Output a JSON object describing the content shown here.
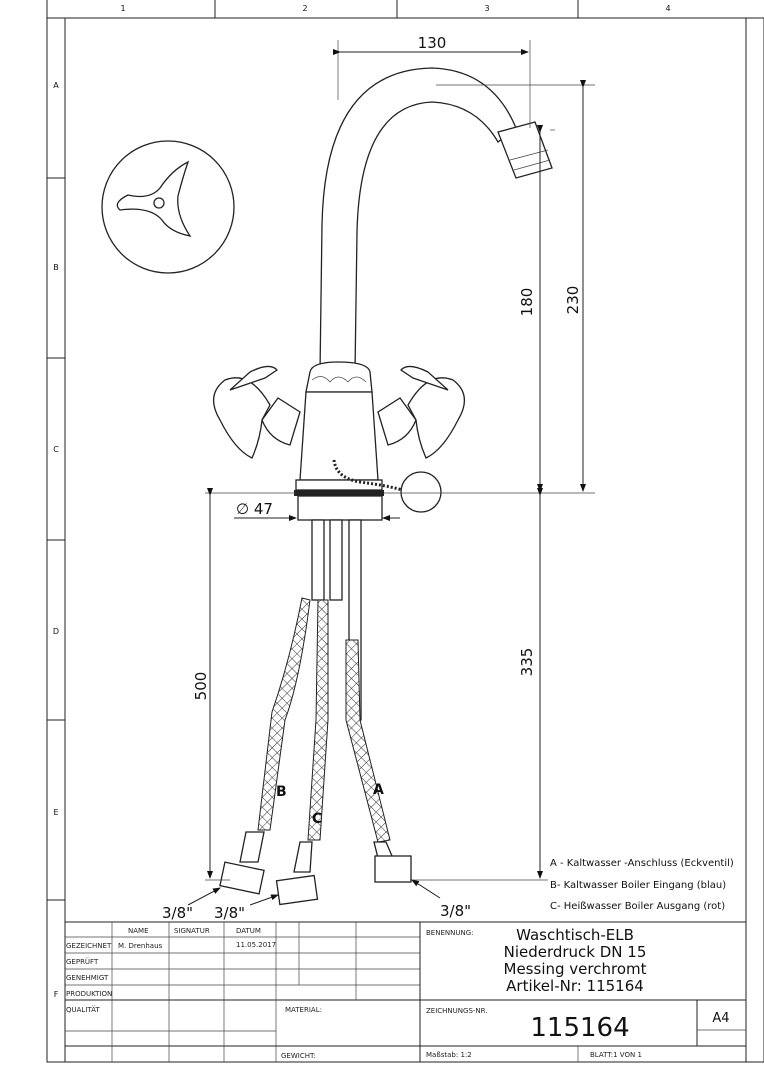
{
  "frame": {
    "columns": [
      "1",
      "2",
      "3",
      "4"
    ],
    "rows": [
      "A",
      "B",
      "C",
      "D",
      "E",
      "F"
    ]
  },
  "dimensions": {
    "spout_reach": "130",
    "spout_height": "180",
    "total_height": "230",
    "base_diameter": "∅ 47",
    "hose_length_left": "500",
    "hose_length_right": "335"
  },
  "hose_labels": {
    "a": "A",
    "b": "B",
    "c": "C"
  },
  "thread_labels": [
    "3/8\"",
    "3/8\"",
    "3/8\""
  ],
  "legend": [
    "A - Kaltwasser -Anschluss (Eckventil)",
    "B-   Kaltwasser Boiler Eingang (blau)",
    "C-  Heißwasser Boiler Ausgang (rot)"
  ],
  "title_block": {
    "headers": {
      "name": "NAME",
      "signature": "SIGNATUR",
      "date": "DATUM"
    },
    "rows": [
      "GEZEICHNET",
      "GEPRÜFT",
      "GENEHMIGT",
      "PRODUKTION",
      "QUALITÄT"
    ],
    "drawn_by": "M. Drenhaus",
    "drawn_date": "11.05.2017",
    "designation_label": "BENENNUNG:",
    "designation_lines": [
      "Waschtisch-ELB",
      "Niederdruck DN 15",
      "Messing verchromt",
      "Artikel-Nr: 115164"
    ],
    "material_label": "MATERIAL:",
    "weight_label": "GEWICHT:",
    "drawing_no_label": "ZEICHNUNGS-NR.",
    "drawing_no": "115164",
    "paper_size": "A4",
    "scale": "Maßstab: 1:2",
    "sheet": "BLATT:1 VON 1"
  }
}
